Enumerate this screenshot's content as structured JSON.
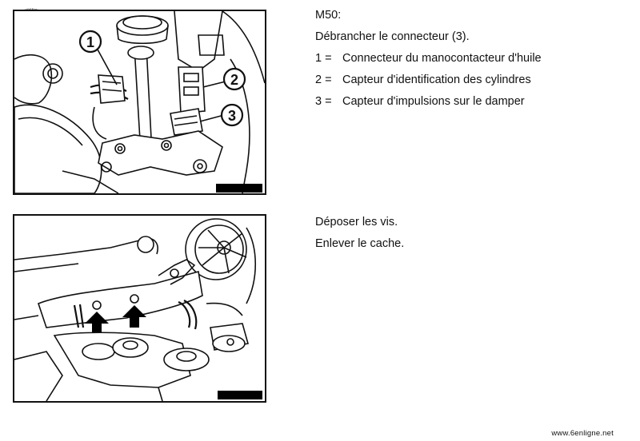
{
  "logo": {
    "text": "6enligne.net"
  },
  "figure1": {
    "callouts": [
      "1",
      "2",
      "3"
    ]
  },
  "section1": {
    "title": "M50:",
    "instruction": "Débrancher le connecteur (3).",
    "items": [
      {
        "num": "1 =",
        "label": "Connecteur du manocontacteur d'huile"
      },
      {
        "num": "2 =",
        "label": "Capteur d'identification des cylindres"
      },
      {
        "num": "3 =",
        "label": "Capteur d'impulsions sur le damper"
      }
    ]
  },
  "section2": {
    "lines": [
      "Déposer les vis.",
      "Enlever le cache."
    ]
  },
  "footer": {
    "text": "www.6enligne.net"
  }
}
